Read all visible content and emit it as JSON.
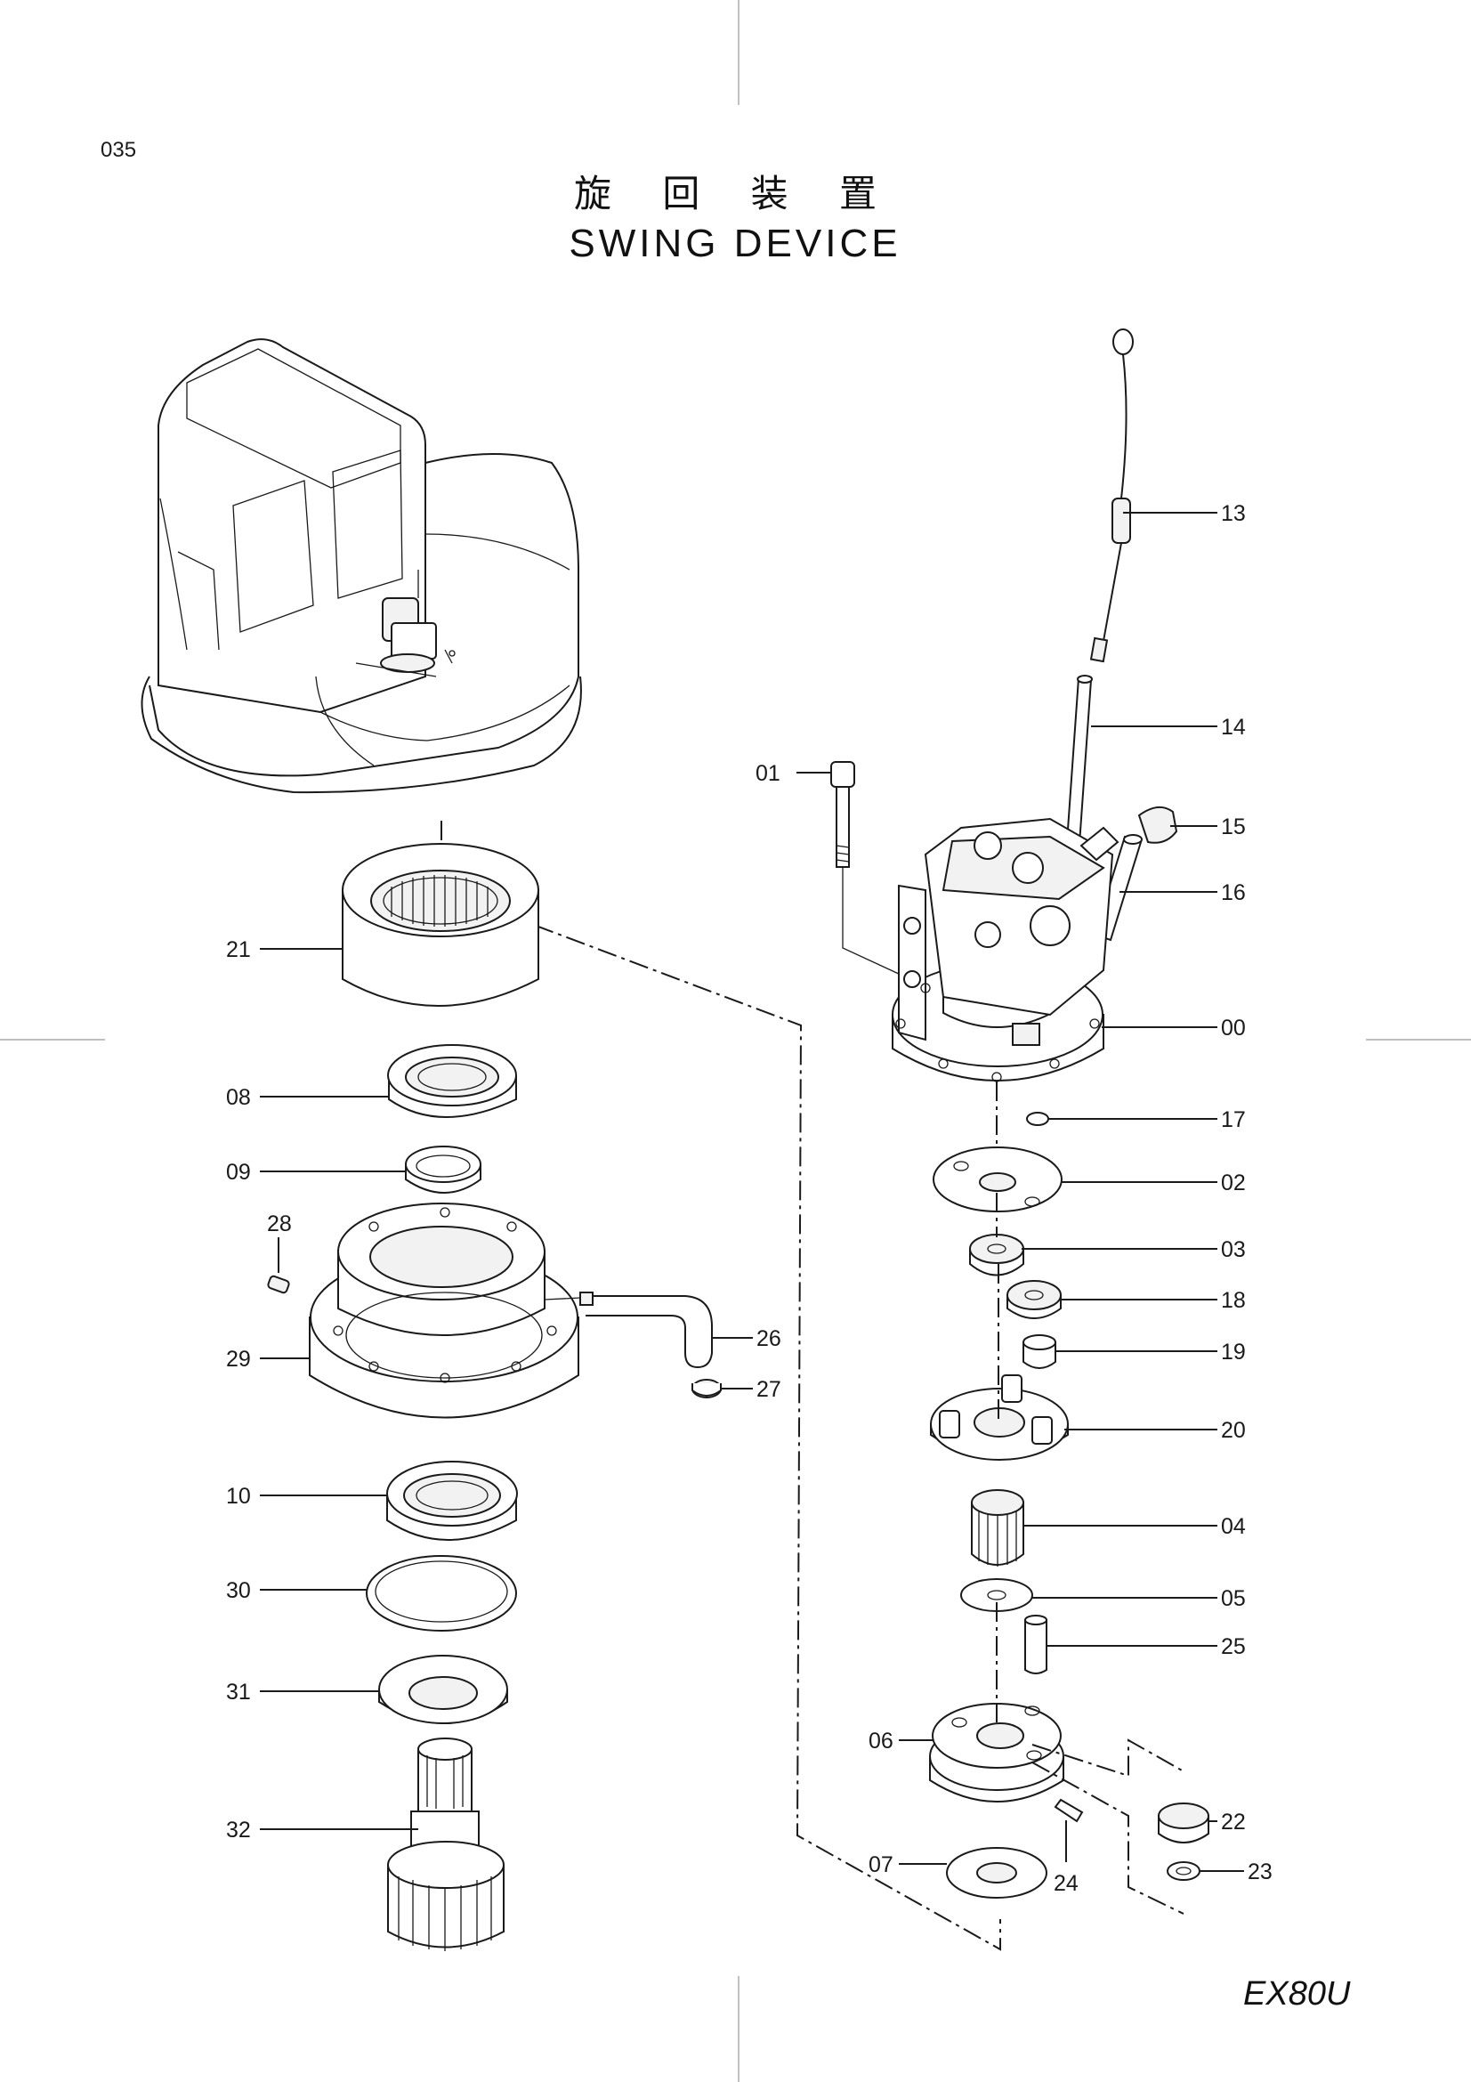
{
  "page_number": "035",
  "title_jp": "旋 回 装 置",
  "title_en": "SWING DEVICE",
  "model": "EX80U",
  "parts": [
    {
      "id": "13",
      "label": "13"
    },
    {
      "id": "14",
      "label": "14"
    },
    {
      "id": "01",
      "label": "01"
    },
    {
      "id": "15",
      "label": "15"
    },
    {
      "id": "16",
      "label": "16"
    },
    {
      "id": "21",
      "label": "21"
    },
    {
      "id": "00",
      "label": "00"
    },
    {
      "id": "08",
      "label": "08"
    },
    {
      "id": "17",
      "label": "17"
    },
    {
      "id": "09",
      "label": "09"
    },
    {
      "id": "02",
      "label": "02"
    },
    {
      "id": "28",
      "label": "28"
    },
    {
      "id": "03",
      "label": "03"
    },
    {
      "id": "18",
      "label": "18"
    },
    {
      "id": "26",
      "label": "26"
    },
    {
      "id": "29",
      "label": "29"
    },
    {
      "id": "19",
      "label": "19"
    },
    {
      "id": "27",
      "label": "27"
    },
    {
      "id": "20",
      "label": "20"
    },
    {
      "id": "10",
      "label": "10"
    },
    {
      "id": "04",
      "label": "04"
    },
    {
      "id": "30",
      "label": "30"
    },
    {
      "id": "05",
      "label": "05"
    },
    {
      "id": "25",
      "label": "25"
    },
    {
      "id": "31",
      "label": "31"
    },
    {
      "id": "06",
      "label": "06"
    },
    {
      "id": "22",
      "label": "22"
    },
    {
      "id": "32",
      "label": "32"
    },
    {
      "id": "07",
      "label": "07"
    },
    {
      "id": "24",
      "label": "24"
    },
    {
      "id": "23",
      "label": "23"
    }
  ]
}
